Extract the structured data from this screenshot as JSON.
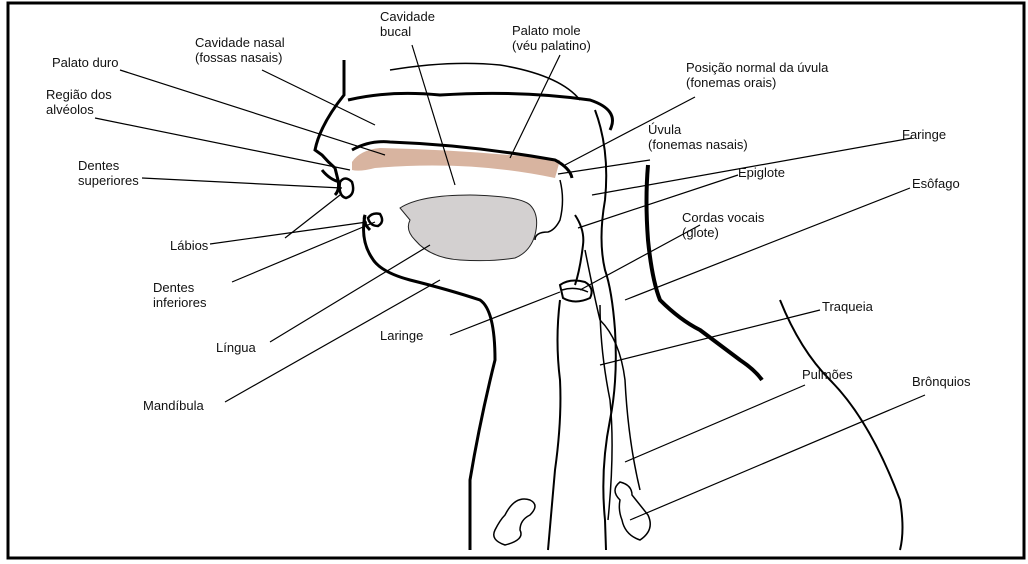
{
  "labels": {
    "cavidade_bucal": "Cavidade\nbucal",
    "palato_mole": "Palato mole\n(véu palatino)",
    "cavidade_nasal": "Cavidade nasal\n(fossas nasais)",
    "palato_duro": "Palato duro",
    "posicao_uvula": "Posição normal da úvula\n(fonemas orais)",
    "regiao_alveolos": "Região dos\nalvéolos",
    "faringe": "Faringe",
    "uvula": "Úvula\n(fonemas nasais)",
    "dentes_superiores": "Dentes\nsuperiores",
    "epiglote": "Epiglote",
    "esofago": "Esôfago",
    "cordas_vocais": "Cordas vocais\n(glote)",
    "labios": "Lábios",
    "dentes_inferiores": "Dentes\ninferiores",
    "traqueia": "Traqueia",
    "laringe": "Laringe",
    "lingua": "Língua",
    "pulmoes": "Pulmões",
    "bronquios": "Brônquios",
    "mandibula": "Mandíbula"
  },
  "colors": {
    "palate": "#d8b4a0",
    "tongue": "#d3d0d0",
    "outline": "#000000",
    "frame": "#000000"
  }
}
